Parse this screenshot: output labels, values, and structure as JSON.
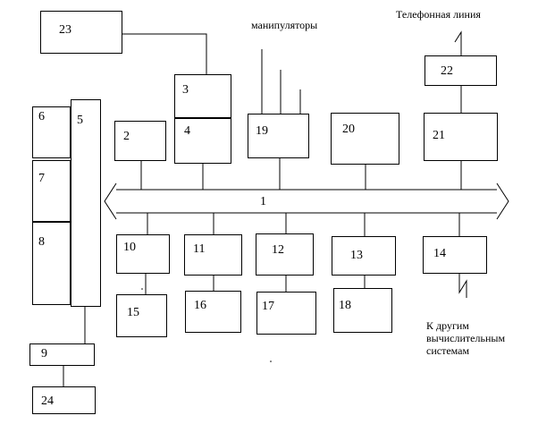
{
  "blocks": {
    "b1": "1",
    "b2": "2",
    "b3": "3",
    "b4": "4",
    "b5": "5",
    "b6": "6",
    "b7": "7",
    "b8": "8",
    "b9": "9",
    "b10": "10",
    "b11": "11",
    "b12": "12",
    "b13": "13",
    "b14": "14",
    "b15": "15",
    "b16": "16",
    "b17": "17",
    "b18": "18",
    "b19": "19",
    "b20": "20",
    "b21": "21",
    "b22": "22",
    "b23": "23",
    "b24": "24"
  },
  "captions": {
    "manipulators": "манипуляторы",
    "phone_line": "Телефонная линия",
    "other_systems": [
      "К другим",
      "вычислительным",
      "системам"
    ]
  }
}
